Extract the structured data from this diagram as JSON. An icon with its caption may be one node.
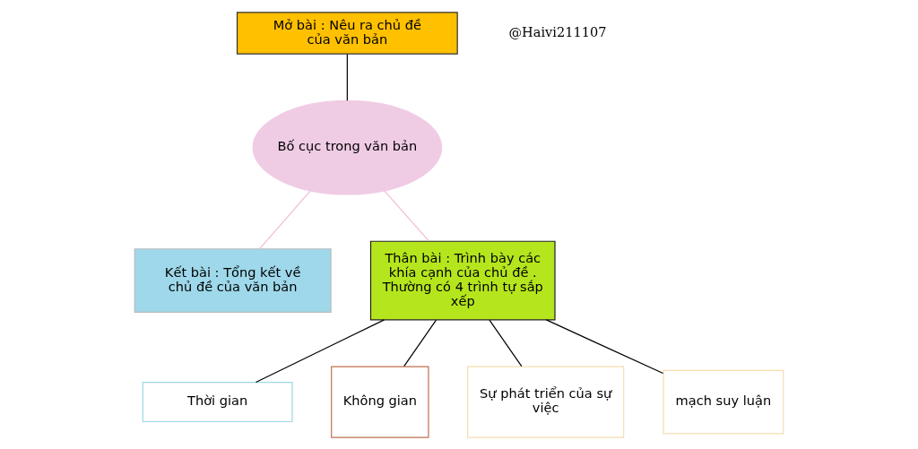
{
  "diagram": {
    "nodes": [
      {
        "text": [
          "Mở bài : Nêu ra chủ đề của văn bản"
        ]
      },
      {
        "text": [
          "Bố cục trong văn bản"
        ]
      },
      {
        "text": [
          "Thời gian"
        ]
      },
      {
        "text": [
          "Không gian"
        ]
      },
      {
        "text": [
          "Kết bài : Tổng kết về chủ đề của văn bản"
        ]
      },
      {
        "text": [
          "Thân bài : Trình bày các khía cạnh của chủ đề . Thường có 4 trình tự sắp xếp"
        ]
      },
      {
        "text": [
          "Sự phát triển của sự việc"
        ]
      },
      {
        "text": [
          "mạch suy luận"
        ]
      }
    ],
    "edges": [
      {
        "from": 0,
        "to": 1,
        "arrow": "none"
      },
      {
        "from": 1,
        "to": 4,
        "arrow": "none",
        "color": "#f0bcd8"
      },
      {
        "from": 1,
        "to": 5,
        "arrow": "none",
        "color": "#f0bcd8"
      },
      {
        "from": 5,
        "to": 2,
        "arrow": "none"
      },
      {
        "from": 5,
        "to": 3,
        "arrow": "none"
      },
      {
        "from": 5,
        "to": 6,
        "arrow": "none"
      },
      {
        "from": 5,
        "to": 7,
        "arrow": "none"
      }
    ],
    "labels": [
      "@Haivi211107"
    ]
  }
}
